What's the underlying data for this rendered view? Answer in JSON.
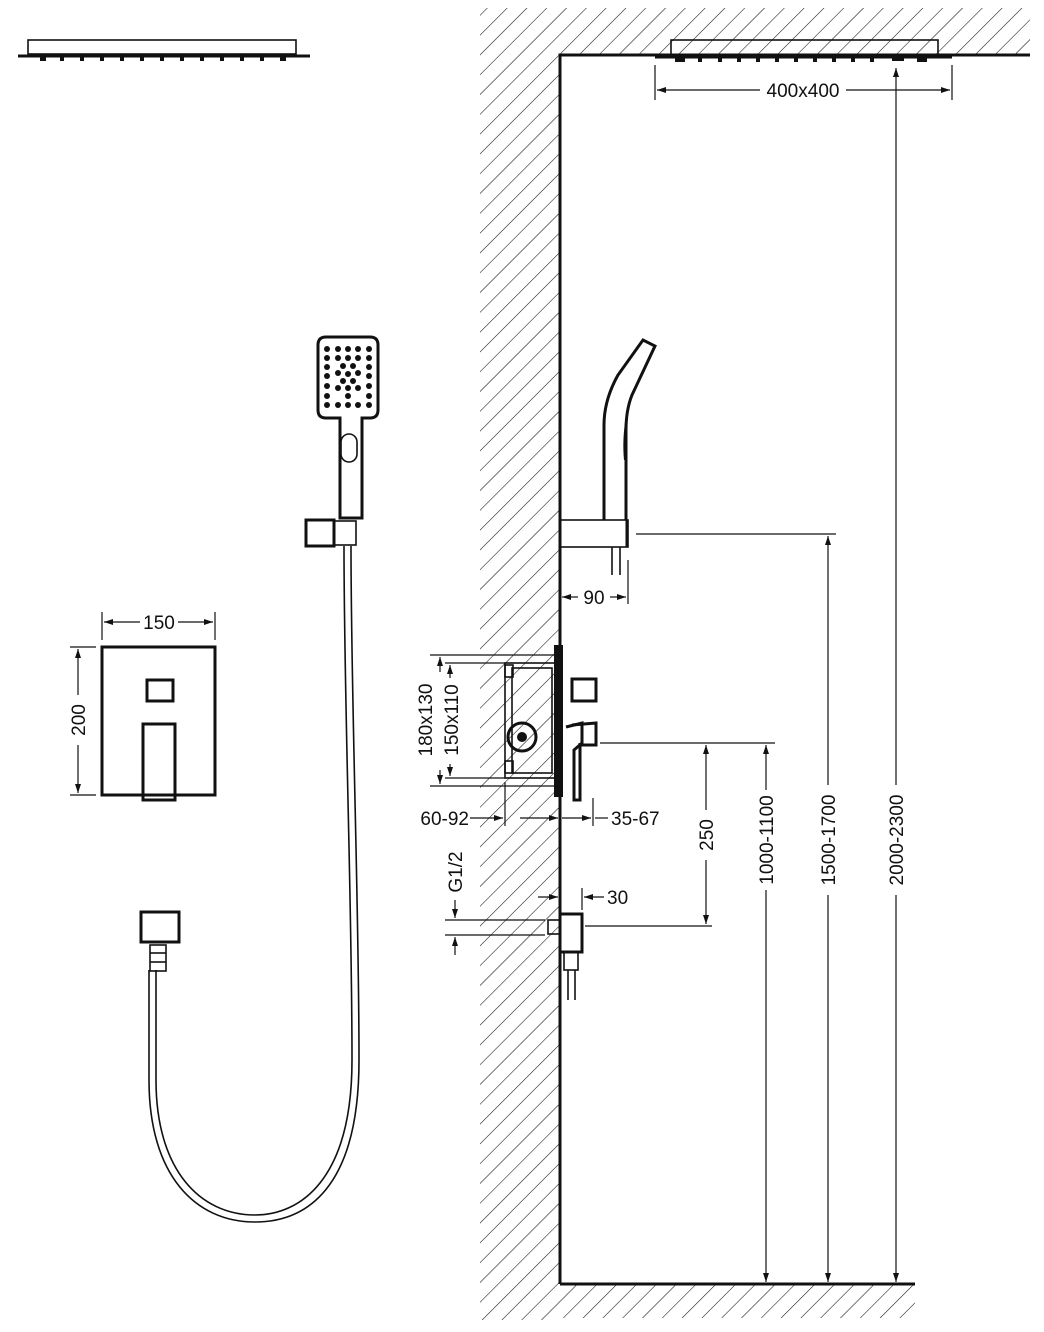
{
  "diagram": {
    "title": "Concealed shower system installation drawing",
    "dimensions": {
      "rain_head_size": "400x400",
      "holder_projection": "90",
      "valve_plate_width": "150",
      "valve_plate_height": "200",
      "box_outer": "180x130",
      "box_inner": "150x110",
      "box_depth": "60-92",
      "valve_projection": "35-67",
      "valve_to_outlet": "250",
      "thread": "G1/2",
      "outlet_projection": "30",
      "valve_height": "1000-1100",
      "holder_height": "1500-1700",
      "rain_head_height": "2000-2300"
    },
    "colors": {
      "line": "#111111",
      "background": "#ffffff"
    }
  }
}
